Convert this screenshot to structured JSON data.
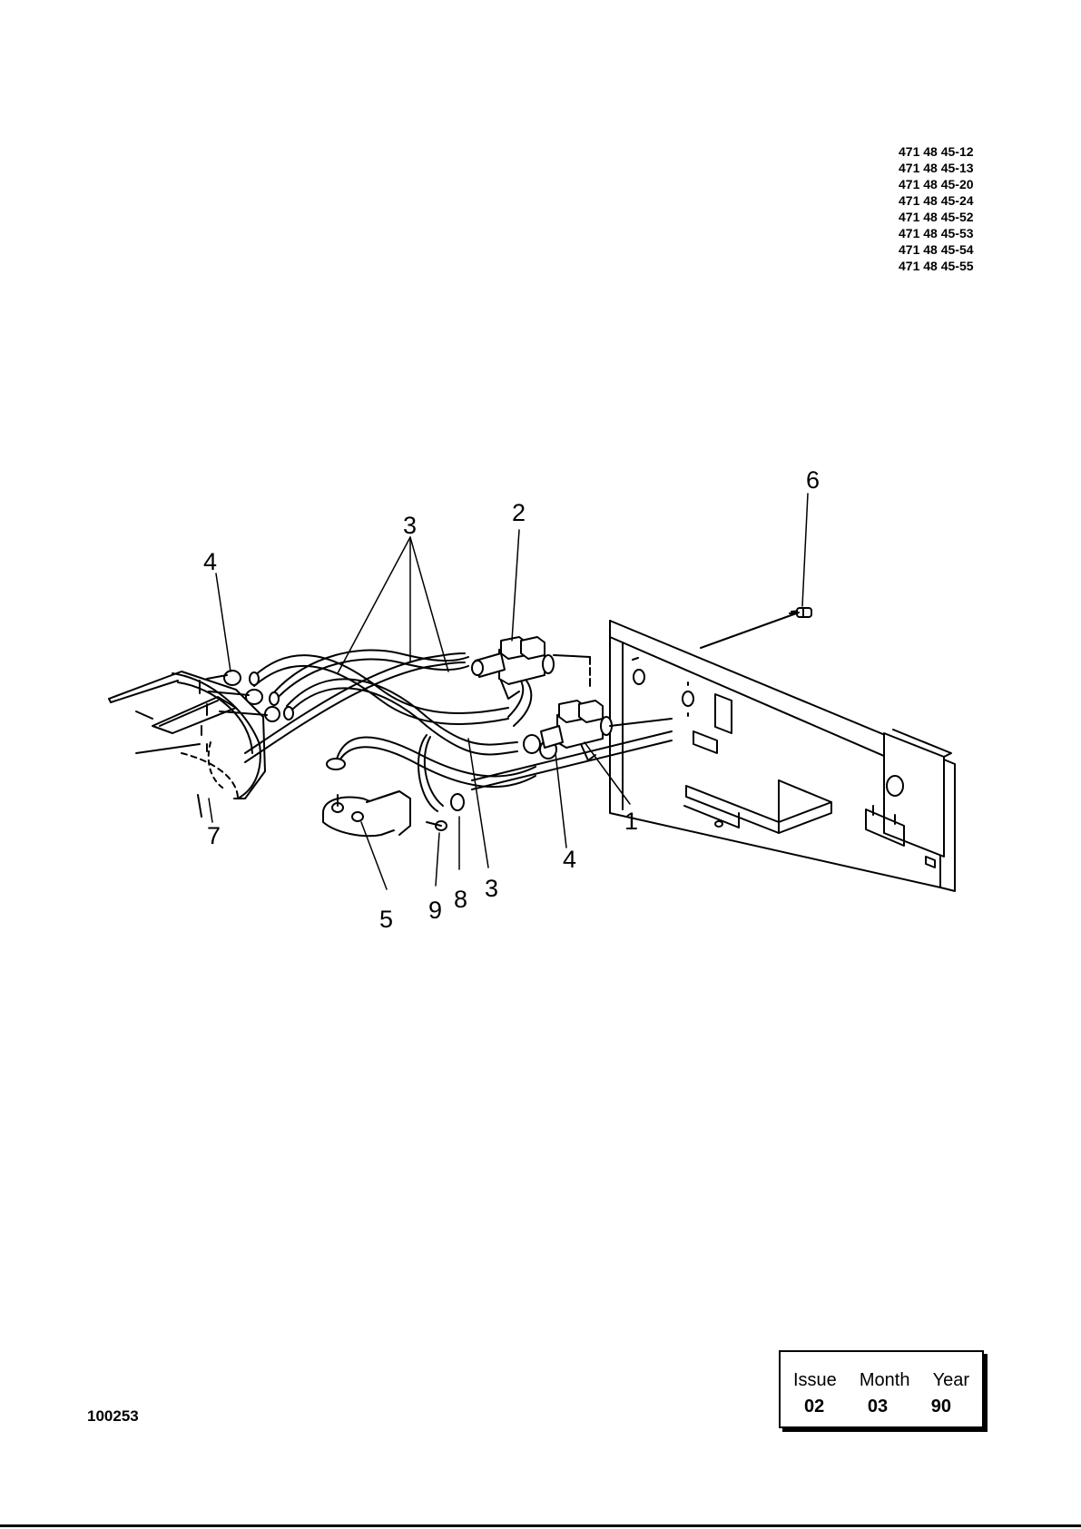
{
  "part_numbers": [
    "471 48 45-12",
    "471 48 45-13",
    "471 48 45-20",
    "471 48 45-24",
    "471 48 45-52",
    "471 48 45-53",
    "471 48 45-54",
    "471 48 45-55"
  ],
  "callouts": {
    "c1": "1",
    "c2": "2",
    "c3a": "3",
    "c3b": "3",
    "c4a": "4",
    "c4b": "4",
    "c5": "5",
    "c6": "6",
    "c7": "7",
    "c8": "8",
    "c9": "9"
  },
  "document_id": "100253",
  "issue_box": {
    "issue_label": "Issue",
    "month_label": "Month",
    "year_label": "Year",
    "issue": "02",
    "month": "03",
    "year": "90"
  }
}
